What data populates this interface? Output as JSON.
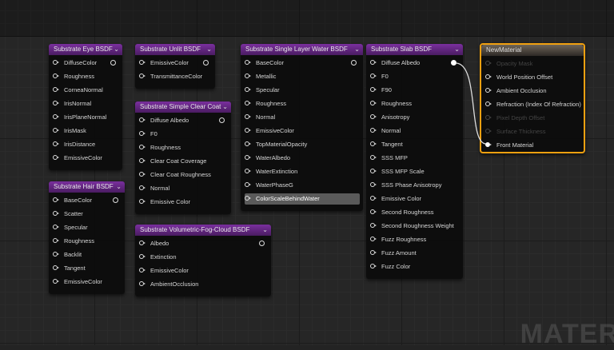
{
  "nodes": [
    {
      "id": "eye",
      "title": "Substrate Eye BSDF",
      "inputs": [
        "DiffuseColor",
        "Roughness",
        "CorneaNormal",
        "IrisNormal",
        "IrisPlaneNormal",
        "IrisMask",
        "IrisDistance",
        "EmissiveColor"
      ]
    },
    {
      "id": "unlit",
      "title": "Substrate Unlit BSDF",
      "inputs": [
        "EmissiveColor",
        "TransmittanceColor"
      ]
    },
    {
      "id": "clearcoat",
      "title": "Substrate Simple Clear Coat",
      "inputs": [
        "Diffuse Albedo",
        "F0",
        "Roughness",
        "Clear Coat Coverage",
        "Clear Coat Roughness",
        "Normal",
        "Emissive Color"
      ]
    },
    {
      "id": "hair",
      "title": "Substrate Hair BSDF",
      "inputs": [
        "BaseColor",
        "Scatter",
        "Specular",
        "Roughness",
        "Backlit",
        "Tangent",
        "EmissiveColor"
      ]
    },
    {
      "id": "fog",
      "title": "Substrate Volumetric-Fog-Cloud BSDF",
      "inputs": [
        "Albedo",
        "Extinction",
        "EmissiveColor",
        "AmbientOcclusion"
      ]
    },
    {
      "id": "water",
      "title": "Substrate Single Layer Water BSDF",
      "inputs": [
        "BaseColor",
        "Metallic",
        "Specular",
        "Roughness",
        "Normal",
        "EmissiveColor",
        "TopMaterialOpacity",
        "WaterAlbedo",
        "WaterExtinction",
        "WaterPhaseG",
        "ColorScaleBehindWater"
      ],
      "highlighted_input": "ColorScaleBehindWater"
    },
    {
      "id": "slab",
      "title": "Substrate Slab BSDF",
      "inputs": [
        "Diffuse Albedo",
        "F0",
        "F90",
        "Roughness",
        "Anisotropy",
        "Normal",
        "Tangent",
        "SSS MFP",
        "SSS MFP Scale",
        "SSS Phase Anisotropy",
        "Emissive Color",
        "Second Roughness",
        "Second Roughness Weight",
        "Fuzz Roughness",
        "Fuzz Amount",
        "Fuzz Color"
      ],
      "output_connected": true
    }
  ],
  "material": {
    "title": "NewMaterial",
    "inputs": [
      {
        "label": "Opacity Mask",
        "enabled": false
      },
      {
        "label": "World Position Offset",
        "enabled": true
      },
      {
        "label": "Ambient Occlusion",
        "enabled": true
      },
      {
        "label": "Refraction (Index Of Refraction)",
        "enabled": true
      },
      {
        "label": "Pixel Depth Offset",
        "enabled": false
      },
      {
        "label": "Surface Thickness",
        "enabled": false
      },
      {
        "label": "Front Material",
        "enabled": true,
        "connected": true
      }
    ]
  },
  "watermark": "MATER",
  "colors": {
    "header": "#6a2a8a",
    "selection": "#f0a010",
    "wire": "#e0e0e0"
  }
}
